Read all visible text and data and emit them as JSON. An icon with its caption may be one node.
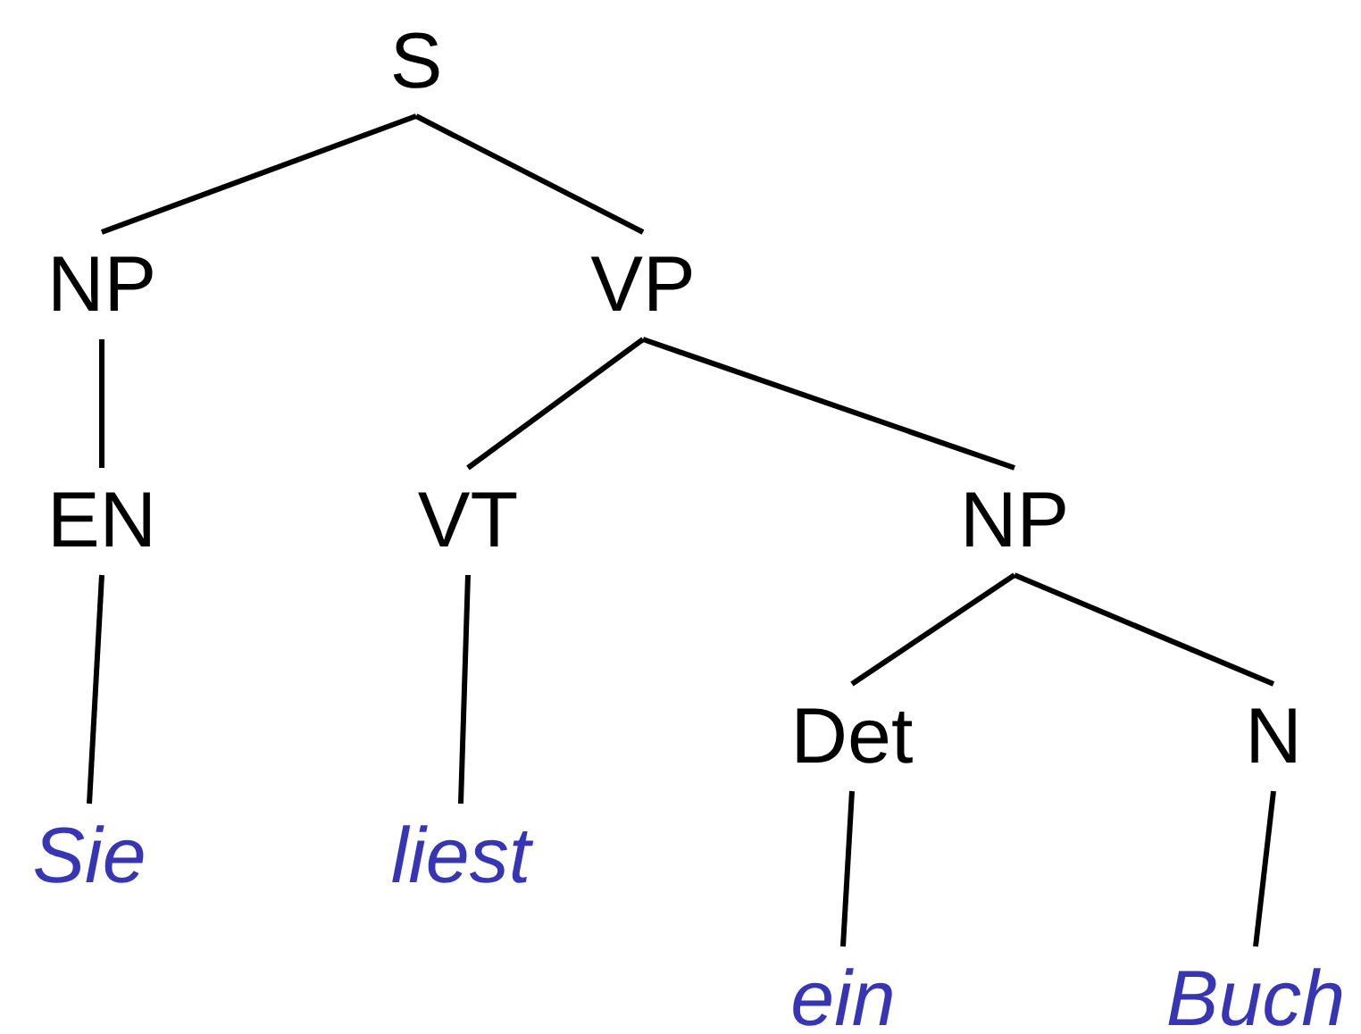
{
  "diagram": {
    "nodes": [
      {
        "text": [
          "S"
        ]
      },
      {
        "text": [
          "NP"
        ]
      },
      {
        "text": [
          "VP"
        ]
      },
      {
        "text": [
          "EN"
        ]
      },
      {
        "text": [
          "VT"
        ]
      },
      {
        "text": [
          "NP"
        ]
      },
      {
        "text": [
          "Sie"
        ]
      },
      {
        "text": [
          "liest"
        ]
      },
      {
        "text": [
          "Det"
        ]
      },
      {
        "text": [
          "N"
        ]
      },
      {
        "text": [
          "ein"
        ]
      },
      {
        "text": [
          "Buch"
        ]
      }
    ],
    "edges": [
      {
        "from": 0,
        "to": 1,
        "arrow": "none"
      },
      {
        "from": 0,
        "to": 2,
        "arrow": "none"
      },
      {
        "from": 1,
        "to": 3,
        "arrow": "none"
      },
      {
        "from": 2,
        "to": 4,
        "arrow": "none"
      },
      {
        "from": 2,
        "to": 5,
        "arrow": "none"
      },
      {
        "from": 3,
        "to": 6,
        "arrow": "none"
      },
      {
        "from": 4,
        "to": 7,
        "arrow": "none"
      },
      {
        "from": 5,
        "to": 8,
        "arrow": "none"
      },
      {
        "from": 5,
        "to": 9,
        "arrow": "none"
      },
      {
        "from": 8,
        "to": 10,
        "arrow": "none"
      },
      {
        "from": 9,
        "to": 11,
        "arrow": "none"
      }
    ]
  }
}
